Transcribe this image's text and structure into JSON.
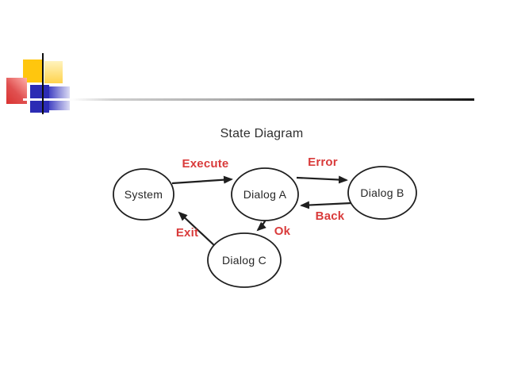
{
  "diagram": {
    "title": "State Diagram",
    "nodes": [
      {
        "id": "system",
        "label": "System"
      },
      {
        "id": "dialog-a",
        "label": "Dialog A"
      },
      {
        "id": "dialog-b",
        "label": "Dialog B"
      },
      {
        "id": "dialog-c",
        "label": "Dialog C"
      }
    ],
    "edges": [
      {
        "label": "Execute",
        "from": "system",
        "to": "dialog-a"
      },
      {
        "label": "Error",
        "from": "dialog-a",
        "to": "dialog-b"
      },
      {
        "label": "Back",
        "from": "dialog-b",
        "to": "dialog-a"
      },
      {
        "label": "Ok",
        "from": "dialog-a",
        "to": "dialog-c"
      },
      {
        "label": "Exit",
        "from": "dialog-c",
        "to": "system"
      }
    ]
  },
  "colors": {
    "label-red": "#d93b3b",
    "ink": "#1f1f1f",
    "node-fill": "#ffffff",
    "logo-gold": "#ffc60e",
    "logo-blue": "#2c2cb4"
  }
}
